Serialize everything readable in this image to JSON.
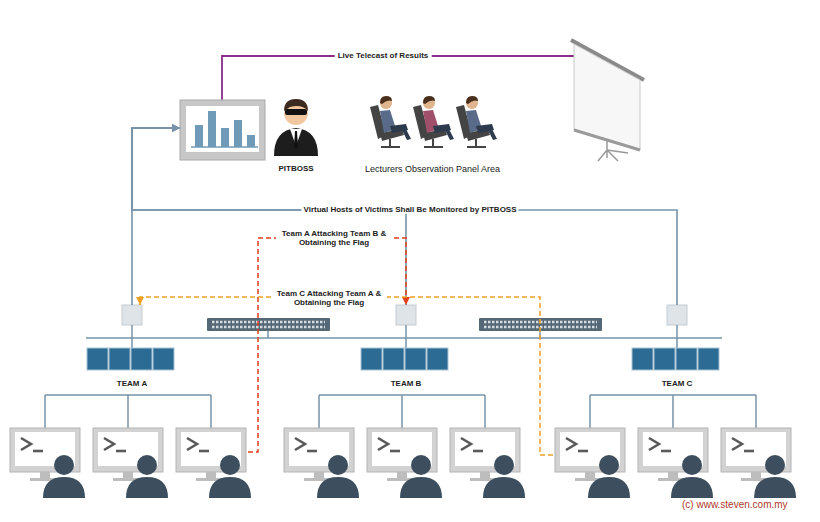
{
  "diagram": {
    "nodes": [
      {
        "text": [
          "PITBOSS"
        ]
      },
      {
        "text": [
          "Lecturers Observation Panel Area"
        ]
      },
      {
        "text": [
          "TEAM A"
        ]
      },
      {
        "text": [
          "TEAM B"
        ]
      },
      {
        "text": [
          "TEAM C"
        ]
      }
    ],
    "edges": [
      {
        "from": 2,
        "to": 0,
        "arrow": "to"
      },
      {
        "from": 3,
        "to": 0,
        "arrow": "to",
        "label": "Virtual Hosts of Victims Shall Be Monitored by PITBOSS"
      },
      {
        "from": 4,
        "to": 0,
        "arrow": "to"
      },
      {
        "from": 2,
        "to": 3,
        "arrow": "to",
        "label": "Team A Attacking Team B & Obtaining the Flag"
      },
      {
        "from": 4,
        "to": 2,
        "arrow": "to",
        "label": "Team C Attacking Team A & Obtaining the Flag"
      }
    ],
    "labels": [
      "Live Telecast of Results",
      "(c) www.steven.com.my"
    ]
  }
}
